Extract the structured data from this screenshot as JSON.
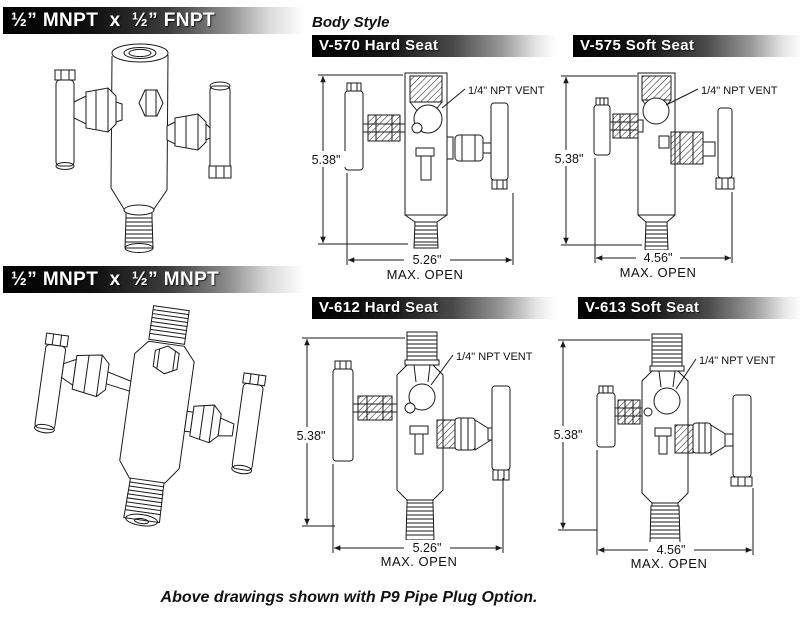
{
  "banners": {
    "top_left_1": "½” MNPT  x  ½” FNPT",
    "top_left_2": "½” MNPT  x  ½” MNPT"
  },
  "body_style_heading": "Body Style",
  "panels": [
    {
      "title": "V-570 Hard Seat",
      "height": "5.38\"",
      "width": "5.26\"",
      "max_open": "MAX. OPEN",
      "vent": "1/4\" NPT VENT"
    },
    {
      "title": "V-575 Soft Seat",
      "height": "5.38\"",
      "width": "4.56\"",
      "max_open": "MAX. OPEN",
      "vent": "1/4\" NPT VENT"
    },
    {
      "title": "V-612 Hard Seat",
      "height": "5.38\"",
      "width": "5.26\"",
      "max_open": "MAX. OPEN",
      "vent": "1/4\" NPT VENT"
    },
    {
      "title": "V-613 Soft Seat",
      "height": "5.38\"",
      "width": "4.56\"",
      "max_open": "MAX. OPEN",
      "vent": "1/4\" NPT VENT"
    }
  ],
  "caption": "Above drawings shown with P9 Pipe Plug Option.",
  "colors": {
    "line": "#1a1a1a",
    "banner_dark": "#000000",
    "banner_light": "#ffffff",
    "banner_text": "#ffffff"
  }
}
